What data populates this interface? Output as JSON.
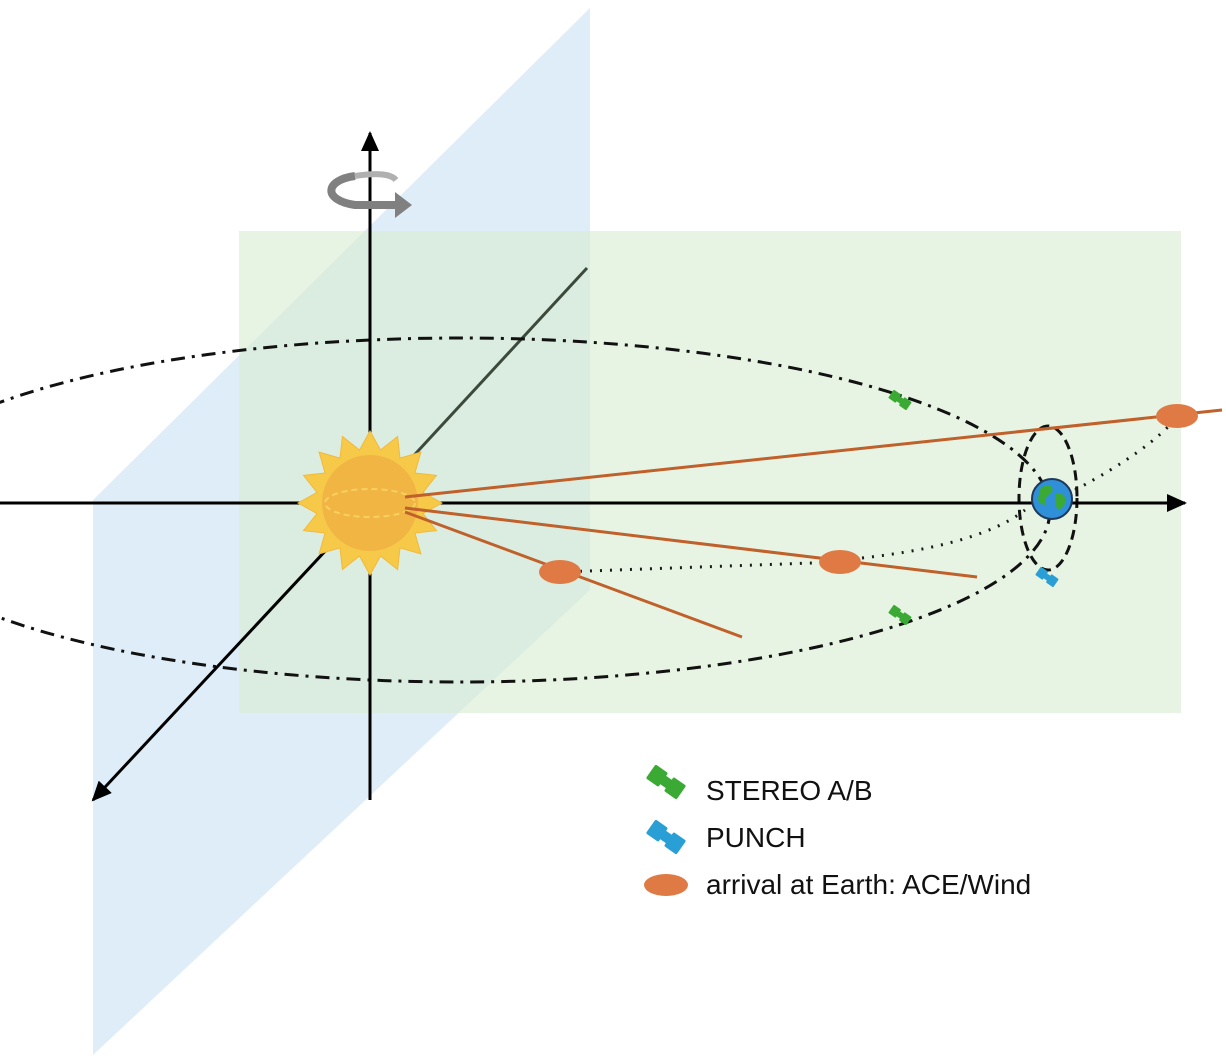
{
  "legend": {
    "items": [
      {
        "label": "STEREO A/B",
        "icon": "satellite-icon",
        "color": "#3aaa35"
      },
      {
        "label": "PUNCH",
        "icon": "satellite-icon",
        "color": "#2a9fd6"
      },
      {
        "label": "arrival at Earth: ACE/Wind",
        "icon": "ellipse-marker",
        "color": "#e07a45"
      }
    ]
  },
  "colors": {
    "vertical_plane": "#dcecf8",
    "ecliptic_plane": "#e4f2de",
    "sun_outer": "#f7c948",
    "sun_inner": "#f0b445",
    "ray": "#c0602a",
    "arrival": "#e07a45",
    "stereo": "#3aaa35",
    "punch": "#2a9fd6",
    "earth_ocean": "#2f8fd8",
    "earth_land": "#3aaa35"
  }
}
